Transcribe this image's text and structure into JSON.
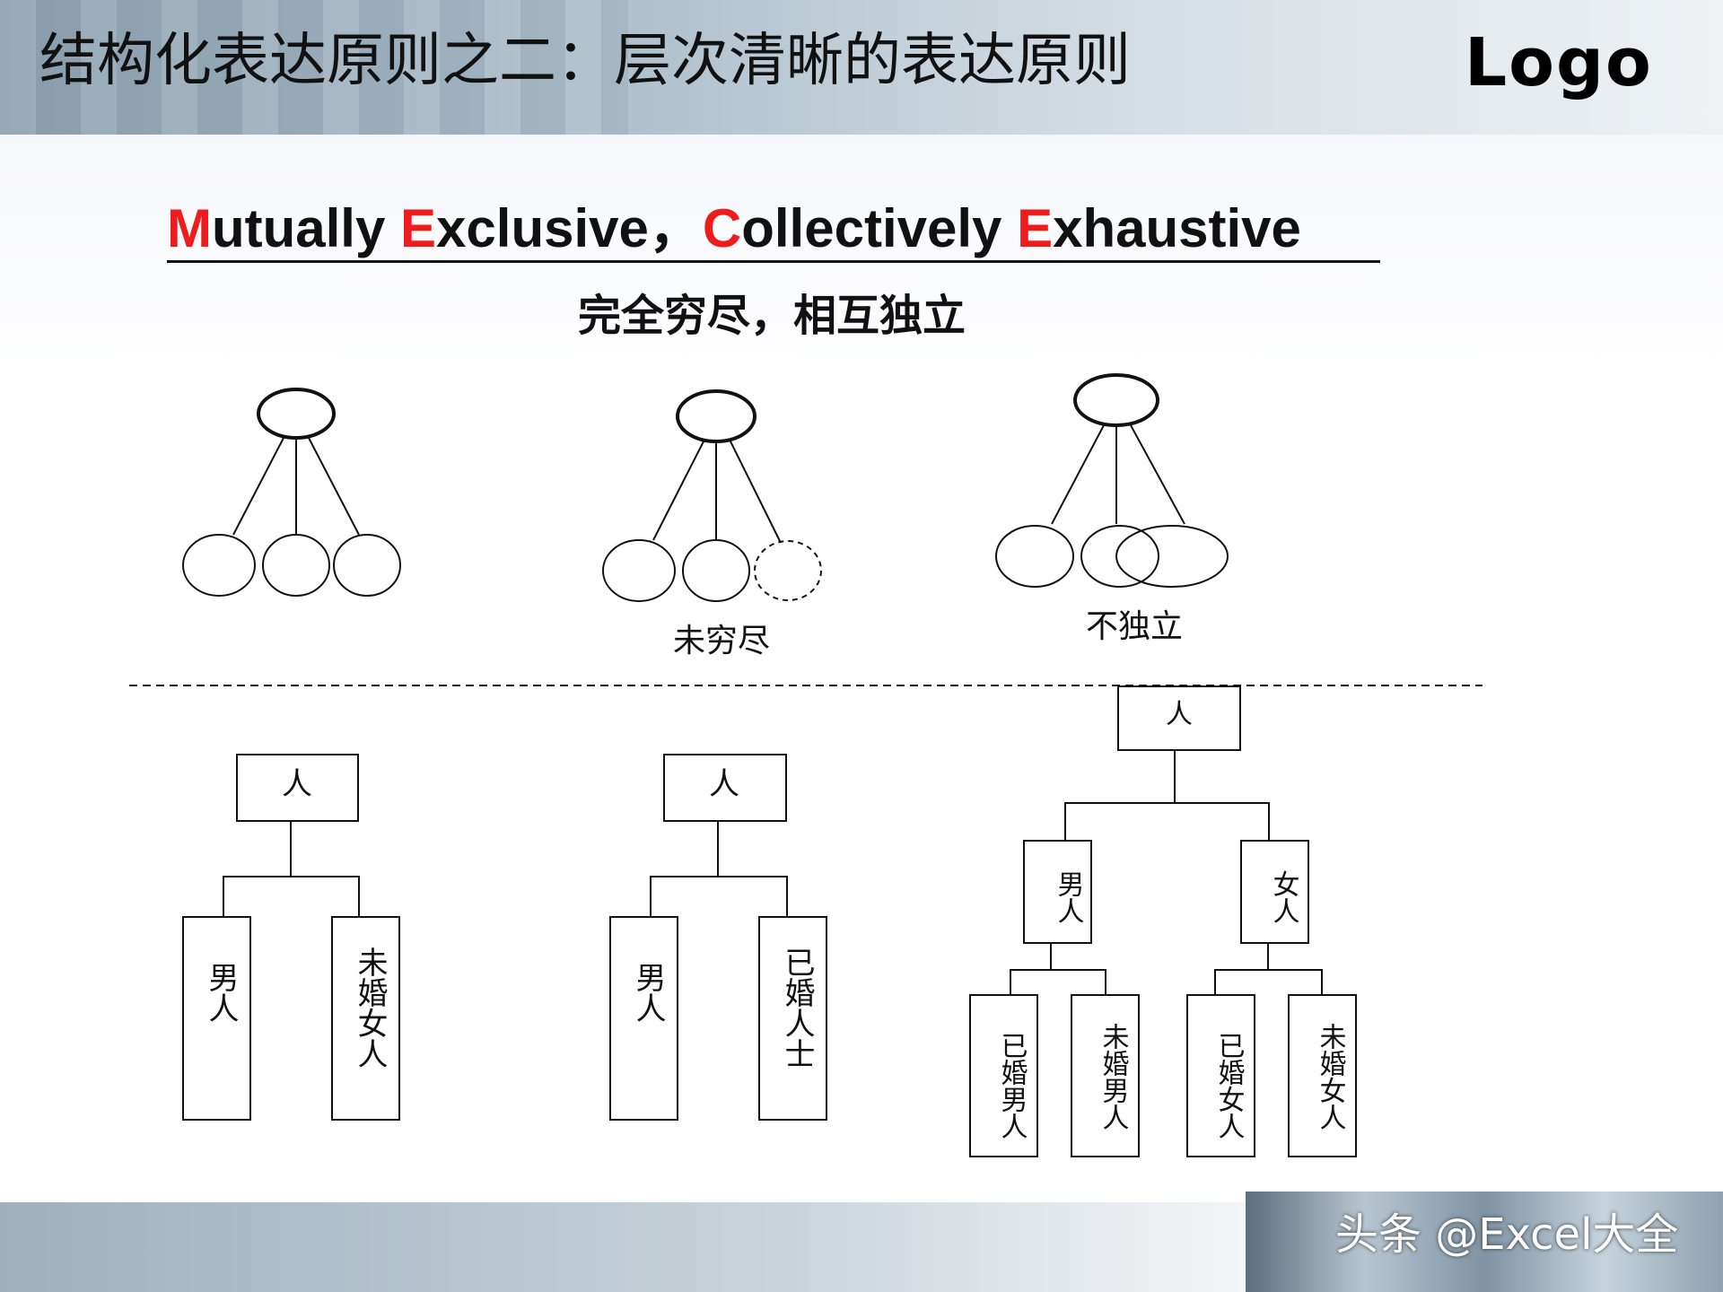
{
  "header": {
    "title": "结构化表达原则之二：层次清晰的表达原则",
    "logo": "Logo"
  },
  "mece": {
    "parts": [
      {
        "initial": "M",
        "rest": "utually "
      },
      {
        "initial": "E",
        "rest": "xclusive，"
      },
      {
        "initial": "C",
        "rest": "ollectively "
      },
      {
        "initial": "E",
        "rest": "xhaustive"
      }
    ],
    "initial_color": "#ee1c1c"
  },
  "subtitle": "完全穷尽，相互独立",
  "bubble_diagrams": {
    "not_exhaustive_label": "未穷尽",
    "not_independent_label": "不独立"
  },
  "trees": {
    "tree1": {
      "root": "人",
      "children": [
        "男人",
        "未婚女人"
      ]
    },
    "tree2": {
      "root": "人",
      "children": [
        "男人",
        "已婚人士"
      ]
    },
    "tree3": {
      "root": "人",
      "children": [
        {
          "label": "男人",
          "children": [
            "已婚男人",
            "未婚男人"
          ]
        },
        {
          "label": "女人",
          "children": [
            "已婚女人",
            "未婚女人"
          ]
        }
      ]
    }
  },
  "footer": {
    "watermark": "头条 @Excel大全"
  }
}
